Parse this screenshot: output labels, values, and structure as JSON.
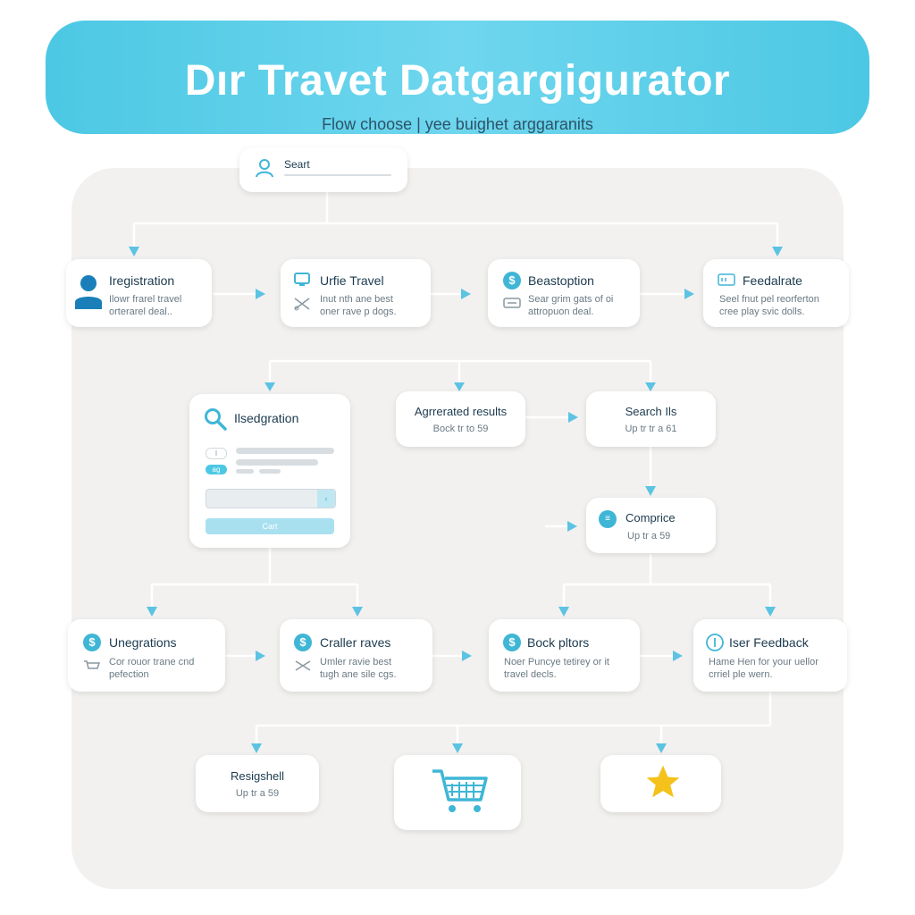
{
  "header": {
    "title": "Dır Travet Datgargigurator",
    "subtitle": "Flow choose | yee buighet arggaranits"
  },
  "top_search": {
    "label": "Seart"
  },
  "row1": [
    {
      "title": "Iregistration",
      "desc": [
        "Ilowr frarel travel",
        "orterarel deal.."
      ]
    },
    {
      "title": "Urfie Travel",
      "desc": [
        "Inut nth ane best",
        "oner rave p dogs."
      ]
    },
    {
      "title": "Beastoption",
      "desc": [
        "Sear grim gats of oi",
        "attropuon deal."
      ]
    },
    {
      "title": "Feedalrate",
      "desc": [
        "Seel fnut pel reorferton",
        "cree play svic dolls."
      ]
    }
  ],
  "search_panel": {
    "title": "Ilsedgration",
    "small1": "I",
    "small2": "ag",
    "button": "Cart"
  },
  "aggregated": {
    "title": "Agrrerated results",
    "sub": "Bock tr to 59"
  },
  "search_ils": {
    "title": "Search Ils",
    "sub": "Up tr tr a 61"
  },
  "compare": {
    "title": "Comprice",
    "sub": "Up tr a 59"
  },
  "row3": [
    {
      "title": "Unegrations",
      "desc": [
        "Cor rouor trane cnd",
        "pefection"
      ]
    },
    {
      "title": "Craller raves",
      "desc": [
        "Umler ravie best",
        "tugh ane sile cgs."
      ]
    },
    {
      "title": "Bock pltors",
      "desc": [
        "Noer Puncye tetirey or it",
        "travel decls."
      ]
    },
    {
      "title": "Iser Feedback",
      "desc": [
        "Hame Hen for your uellor",
        "crriel ple wern."
      ]
    }
  ],
  "bottom": {
    "title": "Resigshell",
    "sub": "Up tr a 59"
  },
  "colors": {
    "accent": "#4cc8e4",
    "arrow": "#5cc3e3",
    "line": "#ffffff",
    "star": "#f5c21b"
  },
  "icons": [
    "user-icon",
    "monitor-icon",
    "scissors-icon",
    "dollar-icon",
    "cart-icon",
    "gauge-icon",
    "magnifier-icon",
    "pill-icon",
    "info-icon",
    "shopping-cart-icon",
    "star-icon"
  ]
}
